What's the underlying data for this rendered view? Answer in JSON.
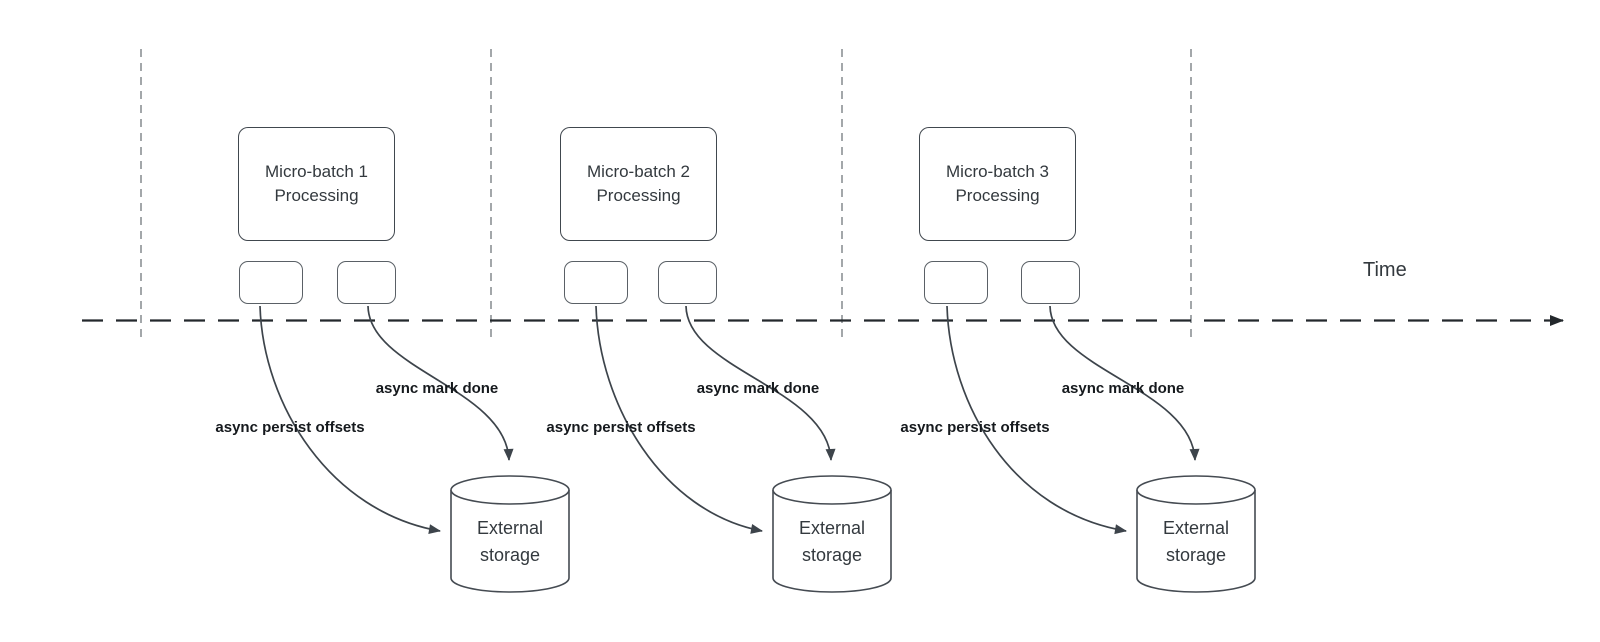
{
  "diagram": {
    "time_axis_label": "Time",
    "batches": [
      {
        "title": "Micro-batch 1\nProcessing",
        "persist_label": "async persist offsets",
        "mark_done_label": "async mark done",
        "storage_label": "External\nstorage"
      },
      {
        "title": "Micro-batch 2\nProcessing",
        "persist_label": "async persist offsets",
        "mark_done_label": "async mark done",
        "storage_label": "External\nstorage"
      },
      {
        "title": "Micro-batch 3\nProcessing",
        "persist_label": "async persist offsets",
        "mark_done_label": "async mark done",
        "storage_label": "External\nstorage"
      }
    ],
    "colors": {
      "background": "#ffffff",
      "node_border": "#40474e",
      "slot_border": "#5a6066",
      "node_text": "#33393e",
      "bold_label_text": "#15191d",
      "timeline": "#23282c",
      "gridline": "#a3a7aa",
      "arrow": "#3d444b"
    }
  }
}
